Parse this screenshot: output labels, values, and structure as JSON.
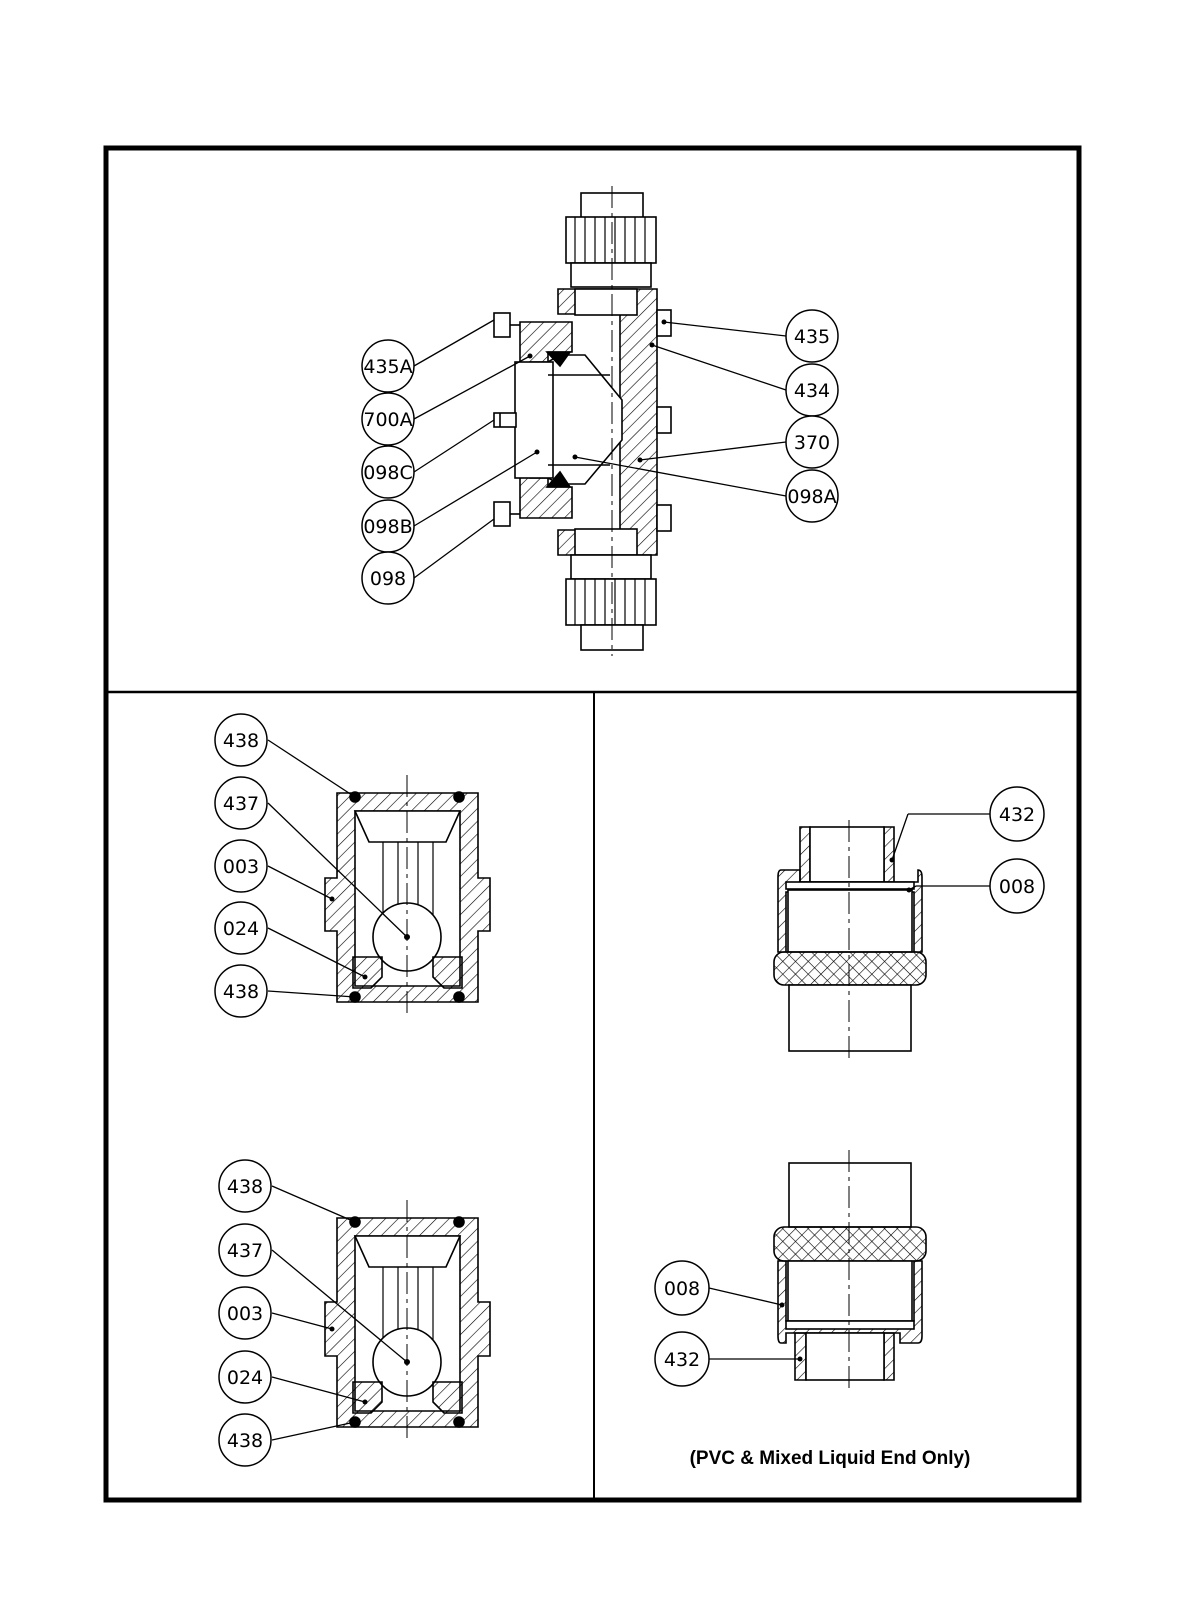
{
  "top_view": {
    "callouts": [
      "435A",
      "700A",
      "098C",
      "098B",
      "098",
      "435",
      "434",
      "370",
      "098A"
    ]
  },
  "left_top_view": {
    "callouts": [
      "438",
      "437",
      "003",
      "024",
      "438"
    ]
  },
  "left_bottom_view": {
    "callouts": [
      "438",
      "437",
      "003",
      "024",
      "438"
    ]
  },
  "right_top_view": {
    "callouts": [
      "432",
      "008"
    ]
  },
  "right_bottom_view": {
    "callouts": [
      "008",
      "432"
    ]
  },
  "note": "(PVC & Mixed Liquid End Only)"
}
